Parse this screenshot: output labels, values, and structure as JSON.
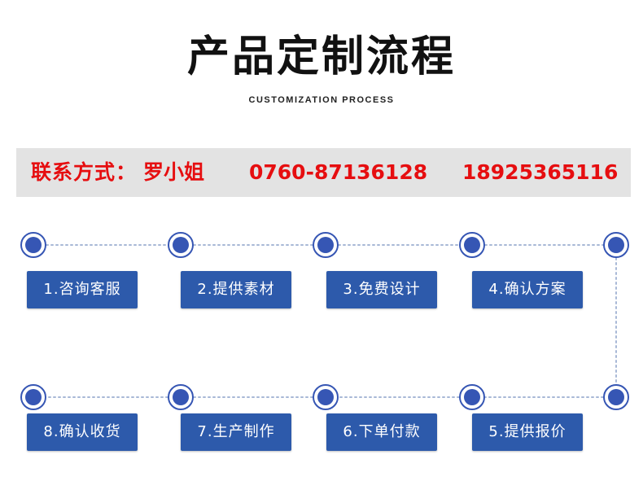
{
  "title": "产品定制流程",
  "subtitle": "CUSTOMIZATION PROCESS",
  "contact": {
    "label": "联系方式：",
    "name": "罗小姐",
    "phone1": "0760-87136128",
    "phone2": "18925365116",
    "color": "#e60e10"
  },
  "steps": {
    "s1": "1.咨询客服",
    "s2": "2.提供素材",
    "s3": "3.免费设计",
    "s4": "4.确认方案",
    "s5": "5.提供报价",
    "s6": "6.下单付款",
    "s7": "7.生产制作",
    "s8": "8.确认收货"
  },
  "colors": {
    "accent": "#2d5aab",
    "node": "#3656b4",
    "connector": "#a8b8d6",
    "bar": "#e3e3e3"
  }
}
